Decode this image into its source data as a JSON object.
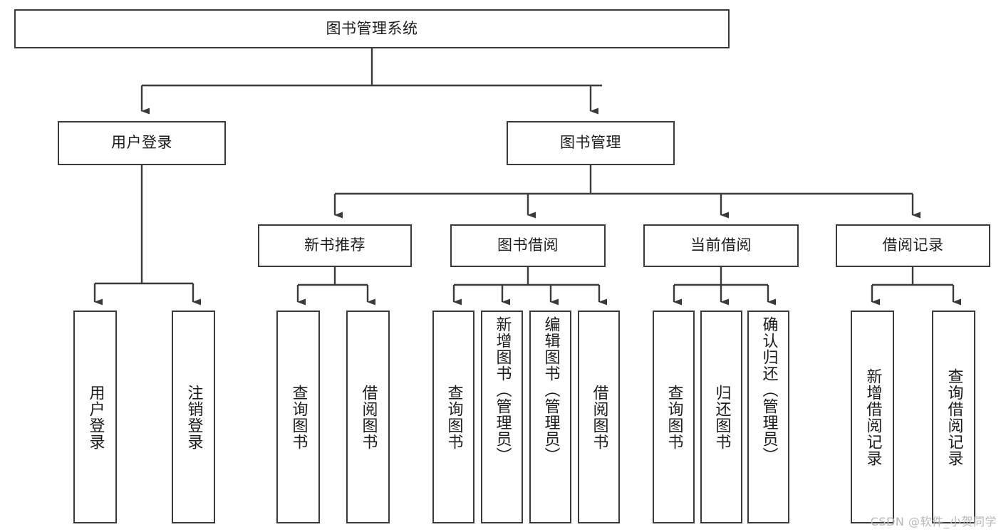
{
  "diagram": {
    "type": "tree-hierarchy-chart",
    "title": "图书管理系统",
    "edge_color": "#3a3a3a",
    "box_border_color": "#3a3a3a",
    "box_fill_color": "#ffffff",
    "text_color": "#1c1c1c"
  },
  "nodes": {
    "root": {
      "label": "图书管理系统"
    },
    "level1": [
      {
        "id": "user-login",
        "label": "用户登录"
      },
      {
        "id": "book-management",
        "label": "图书管理"
      }
    ],
    "level2": [
      {
        "id": "new-book-recommend",
        "label": "新书推荐"
      },
      {
        "id": "book-borrow",
        "label": "图书借阅"
      },
      {
        "id": "current-borrow",
        "label": "当前借阅"
      },
      {
        "id": "borrow-record",
        "label": "借阅记录"
      }
    ],
    "leaves": {
      "user-login": [
        {
          "id": "leaf-user-login",
          "label": "用户登录"
        },
        {
          "id": "leaf-logout",
          "label": "注销登录"
        }
      ],
      "new-book-recommend": [
        {
          "id": "leaf-query-book-1",
          "label": "查询图书"
        },
        {
          "id": "leaf-borrow-book-1",
          "label": "借阅图书"
        }
      ],
      "book-borrow": [
        {
          "id": "leaf-query-book-2",
          "label": "查询图书"
        },
        {
          "id": "leaf-add-book",
          "label": "新增图书（管理员）"
        },
        {
          "id": "leaf-edit-book",
          "label": "编辑图书（管理员）"
        },
        {
          "id": "leaf-borrow-book-2",
          "label": "借阅图书"
        }
      ],
      "current-borrow": [
        {
          "id": "leaf-query-book-3",
          "label": "查询图书"
        },
        {
          "id": "leaf-return-book",
          "label": "归还图书"
        },
        {
          "id": "leaf-confirm-return",
          "label": "确认归还（管理员）"
        }
      ],
      "borrow-record": [
        {
          "id": "leaf-add-record",
          "label": "新增借阅记录"
        },
        {
          "id": "leaf-query-record",
          "label": "查询借阅记录"
        }
      ]
    }
  },
  "watermark": {
    "text": "CSDN @软件_小贺同学"
  }
}
